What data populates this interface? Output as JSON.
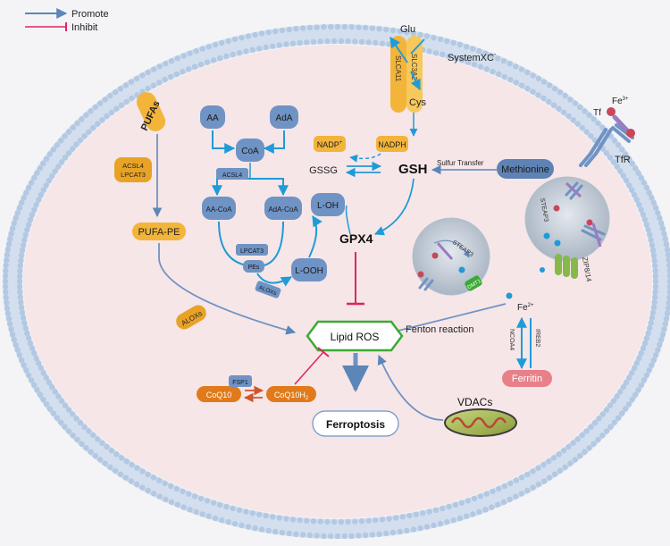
{
  "legend": {
    "promote": "Promote",
    "inhibit": "Inhibit"
  },
  "colors": {
    "promote": "#5b86b8",
    "inhibit": "#e0245e",
    "membrane": "#c5d6ea",
    "cell_fill": "#f6e6e8",
    "outer_bg": "#f4f4f6",
    "node_blue": "#6f93c4",
    "node_orange": "#f3a92a",
    "enzyme_orange": "#e8a326",
    "coq_orange": "#e07a1b",
    "lipid_ros_green": "#3aaa35",
    "ferritin_pink": "#e8808a",
    "methionine_blue": "#5e82b4",
    "cyan_arrow": "#1f9bd7"
  },
  "transporter": {
    "glu": "Glu",
    "cys": "Cys",
    "slc7a11": "SLCA11",
    "slc3a2": "SLC3A2",
    "system_label": "SystemXC",
    "system_sup": "-"
  },
  "iron": {
    "tf": "Tf",
    "fe3": "Fe",
    "fe3_sup": "3+",
    "tfr": "TfR",
    "steap3_a": "STEAP3",
    "steap3_b": "STEAP3",
    "dmt1": "DMT1",
    "zip": "ZIP8/14",
    "fe2": "Fe",
    "fe2_sup": "2+",
    "ncoa4": "NCOA4",
    "ireb2": "IREB2",
    "ferritin": "Ferritin",
    "fenton": "Fenton reaction"
  },
  "pufa": {
    "pufas": "PUFAs",
    "acsl4": "ACSL4",
    "lpcat3": "LPCAT3",
    "pufa_pe": "PUFA-PE",
    "aloxs": "ALOXs"
  },
  "synthesis": {
    "aa": "AA",
    "ada": "AdA",
    "coa": "CoA",
    "acsl4": "ACSL4",
    "aa_coa": "AA-CoA",
    "ada_coa": "AdA-CoA",
    "lpcat3": "LPCAT3",
    "pes": "PEs",
    "aloxs": "ALOXs",
    "l_ooh": "L-OOH",
    "l_oh": "L-OH"
  },
  "glutathione": {
    "nadp": "NADP",
    "nadp_sup": "+",
    "nadph": "NADPH",
    "gssg": "GSSG",
    "gsh": "GSH",
    "sulfur_transfer": "Sulfur Transfer",
    "methionine": "Methionine",
    "gpx4": "GPX4"
  },
  "coq": {
    "coq10": "CoQ10",
    "fsp1": "FSP1",
    "coq10h2": "CoQ10H",
    "coq10h2_sub": "2"
  },
  "center": {
    "lipid_ros": "Lipid ROS",
    "ferroptosis": "Ferroptosis",
    "vdacs": "VDACs"
  }
}
